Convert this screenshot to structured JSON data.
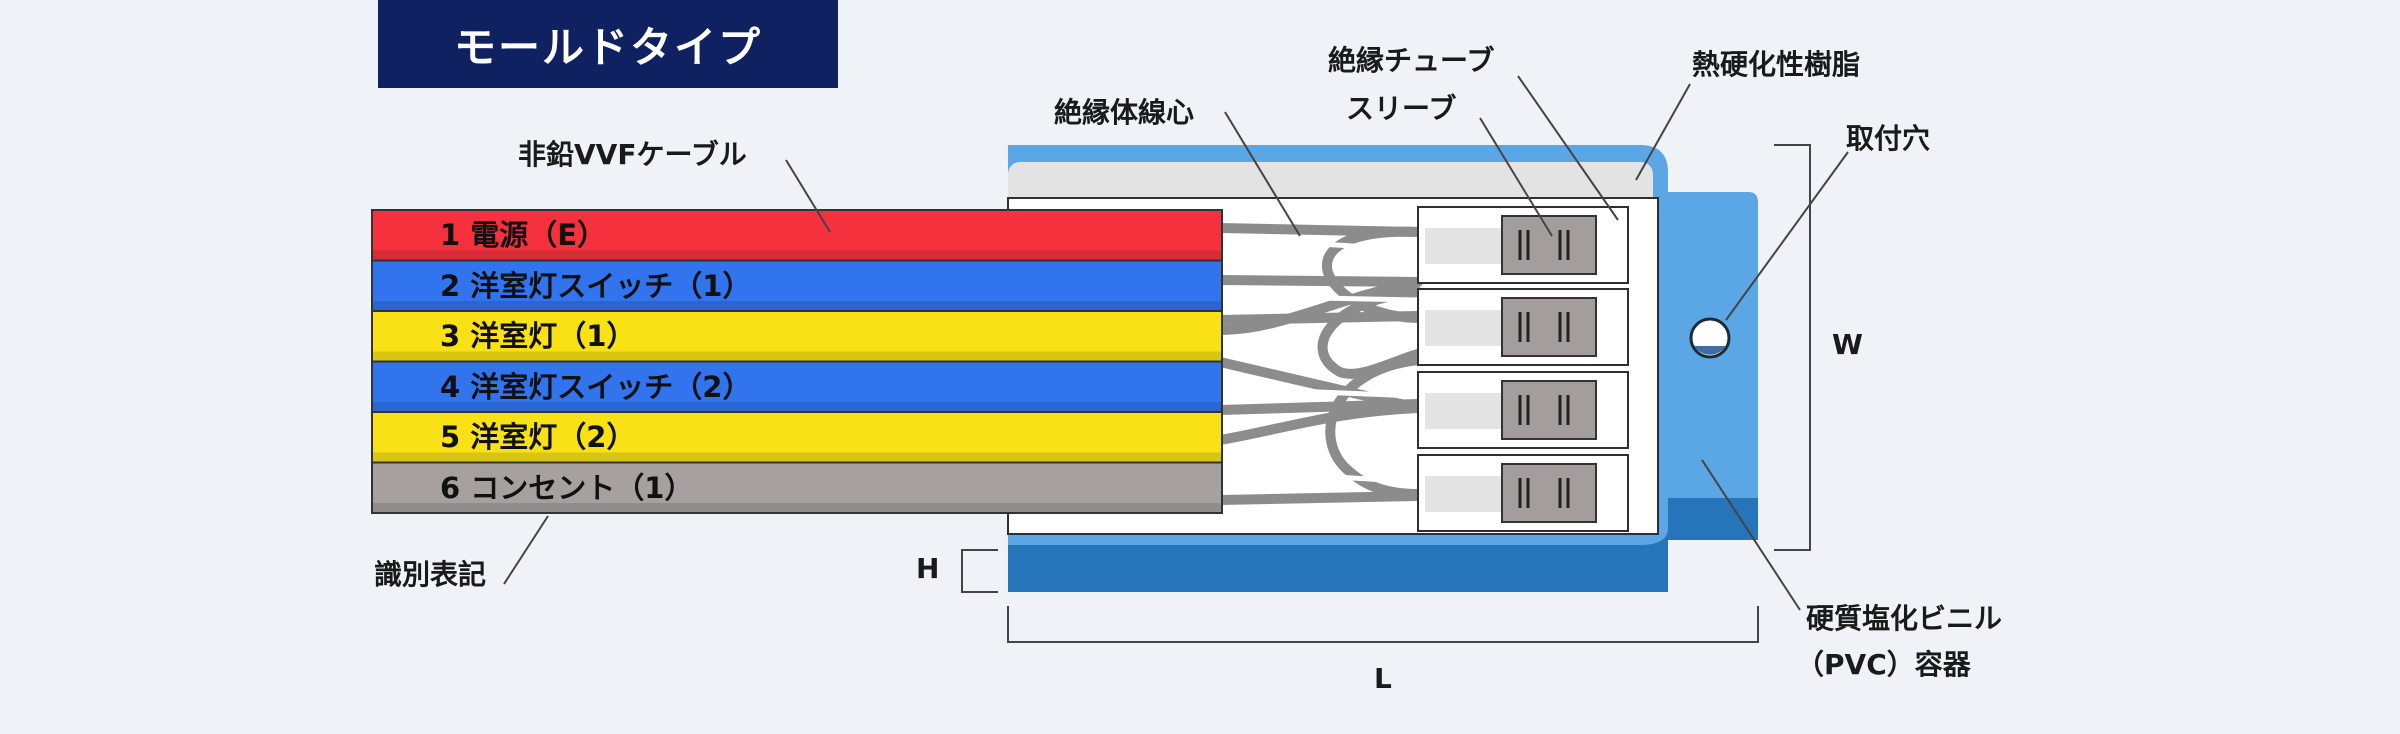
{
  "title": "モールドタイプ",
  "cables": [
    {
      "label": "1 電源（E）",
      "color": "#f5313d"
    },
    {
      "label": "2 洋室灯スイッチ（1）",
      "color": "#3273ee"
    },
    {
      "label": "3 洋室灯（1）",
      "color": "#f8e216"
    },
    {
      "label": "4 洋室灯スイッチ（2）",
      "color": "#3273ee"
    },
    {
      "label": "5 洋室灯（2）",
      "color": "#f8e216"
    },
    {
      "label": "6 コンセント（1）",
      "color": "#a6a19f"
    }
  ],
  "labels": {
    "vvf_cable": "非鉛VVFケーブル",
    "identification": "識別表記",
    "insulated_core": "絶縁体線心",
    "insulating_tube": "絶縁チューブ",
    "sleeve": "スリーブ",
    "resin": "熱硬化性樹脂",
    "mount_hole": "取付穴",
    "pvc_line1": "硬質塩化ビニル",
    "pvc_line2": "（PVC）容器"
  },
  "dimensions": {
    "w": "W",
    "h": "H",
    "l": "L"
  },
  "colors": {
    "navy": "#0f2160",
    "container_blue": "#5ba6e5",
    "container_dark": "#2675ba",
    "resin_gray": "#e3e3e3",
    "wire_gray": "#8f8f8f",
    "sleeve_gray": "#a39d9b"
  }
}
